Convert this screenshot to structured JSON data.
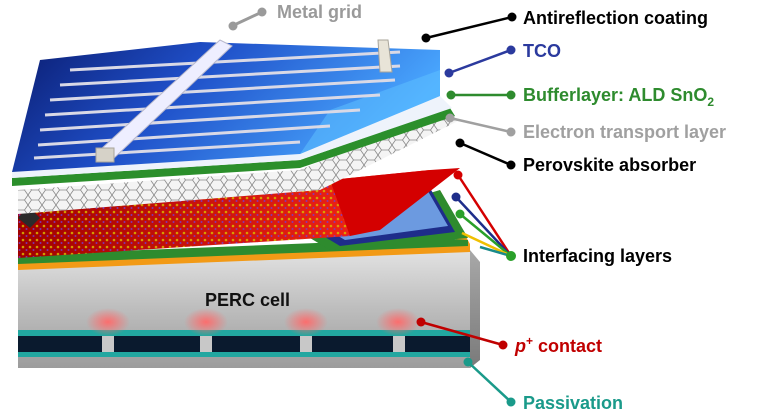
{
  "labels": {
    "metal_grid": "Metal grid",
    "antireflection": "Antireflection coating",
    "tco": "TCO",
    "bufferlayer_prefix": "Bufferlayer: ALD SnO",
    "bufferlayer_sub": "2",
    "etl": "Electron transport layer",
    "perovskite": "Perovskite absorber",
    "interfacing": "Interfacing layers",
    "perc": "PERC cell",
    "pcontact_p": "p",
    "pcontact_sup": "+",
    "pcontact_rest": " contact",
    "passivation": "Passivation"
  },
  "colors": {
    "metal_grid": "#9a9a9a",
    "antireflection": "#000000",
    "tco": "#2b3a9e",
    "bufferlayer": "#2e8b2e",
    "etl": "#a0a0a0",
    "perovskite": "#000000",
    "interfacing": "#000000",
    "pcontact": "#c00000",
    "passivation": "#1a9a8a",
    "perc_text": "#111111"
  }
}
